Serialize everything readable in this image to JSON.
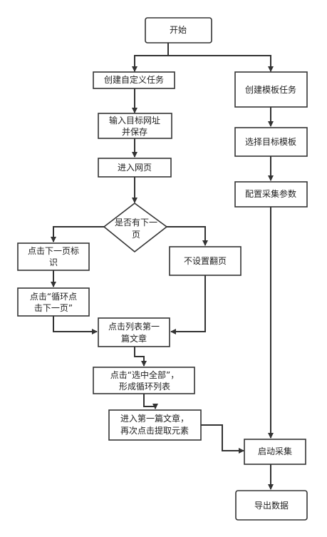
{
  "colors": {
    "start_fill": "#FDB54E",
    "end_fill": "#BFEFF0",
    "box_fill": "#ffffff",
    "stroke": "#333333"
  },
  "nodes": {
    "start": "开始",
    "custom_task": "创建自定义任务",
    "input_url_1": "输入目标网址",
    "input_url_2": "并保存",
    "enter_page": "进入网页",
    "decision_1": "是否有下一",
    "decision_2": "页",
    "click_next_1": "点击下一页标",
    "click_next_2": "识",
    "loop_next_1": "点击“循环点",
    "loop_next_2": "击下一页”",
    "no_paging": "不设置翻页",
    "first_article_1": "点击列表第一",
    "first_article_2": "篇文章",
    "select_all_1": "点击“选中全部”，",
    "select_all_2": "形成循环列表",
    "extract_1": "进入第一篇文章，",
    "extract_2": "再次点击提取元素",
    "template_task": "创建模板任务",
    "select_template": "选择目标模板",
    "config_params": "配置采集参数",
    "start_collect": "启动采集",
    "export_data": "导出数据"
  }
}
